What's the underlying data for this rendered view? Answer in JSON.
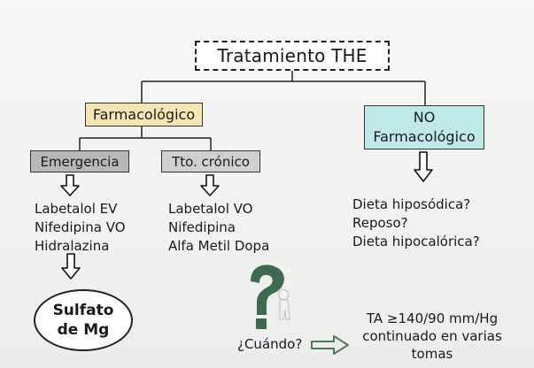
{
  "title": "Tratamiento THE",
  "farmacologico": "Farmacológico",
  "no_farmacologico": [
    "NO",
    "Farmacológico"
  ],
  "emergencia": {
    "label": "Emergencia",
    "items": [
      "Labetalol EV",
      "Nifedipina VO",
      "Hidralazina"
    ]
  },
  "cronico": {
    "label": "Tto. crónico",
    "items": [
      "Labetalol VO",
      "Nifedipina",
      "Alfa Metil Dopa"
    ]
  },
  "no_farma_items": [
    "Dieta hiposódica?",
    "Reposo?",
    "Dieta hipocalórica?"
  ],
  "sulfato": [
    "Sulfato",
    "de Mg"
  ],
  "cuando": "¿Cuándo?",
  "criteria": [
    "TA ≥140/90 mm/Hg",
    "continuado en varias",
    "tomas"
  ],
  "colors": {
    "farmacologico_bg": "#f5e6b3",
    "no_farmacologico_bg": "#bfe9e9",
    "emergencia_bg": "#b8b8b8",
    "cronico_bg": "#d0d0d0",
    "question_green": "#3d6b4f",
    "arrow_green": "#4a7a5c"
  },
  "icons": [
    "down-arrow-icon",
    "question-mark-figure-icon",
    "right-arrow-icon"
  ]
}
